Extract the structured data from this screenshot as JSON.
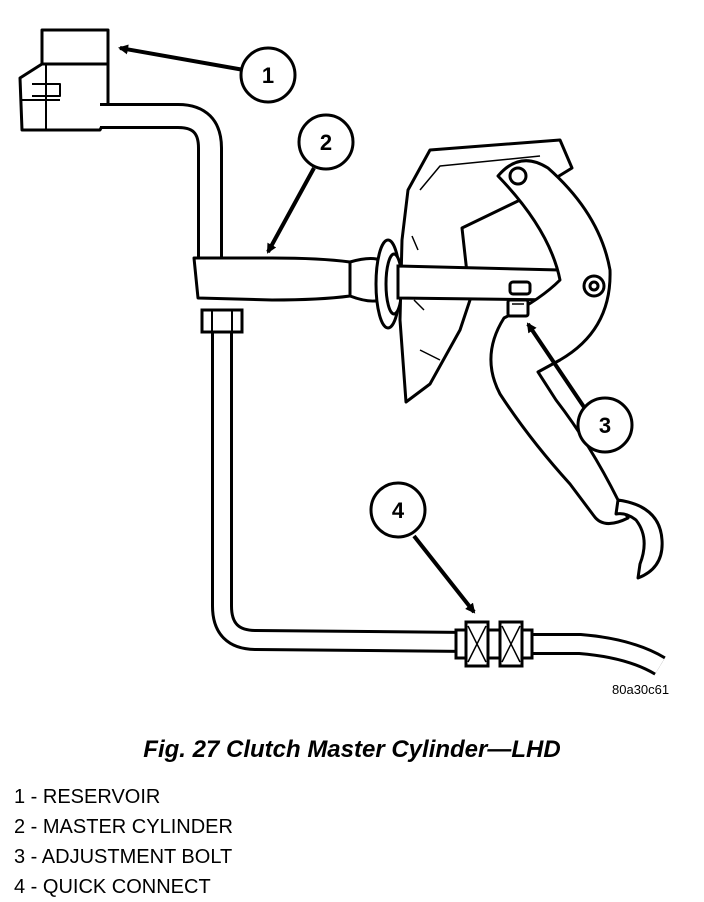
{
  "figure": {
    "image_id": "80a30c61",
    "caption": "Fig. 27 Clutch Master Cylinder—LHD"
  },
  "callouts": [
    {
      "number": "1"
    },
    {
      "number": "2"
    },
    {
      "number": "3"
    },
    {
      "number": "4"
    }
  ],
  "legend": [
    "1 - RESERVOIR",
    "2 - MASTER CYLINDER",
    "3 - ADJUSTMENT BOLT",
    "4 - QUICK CONNECT"
  ]
}
